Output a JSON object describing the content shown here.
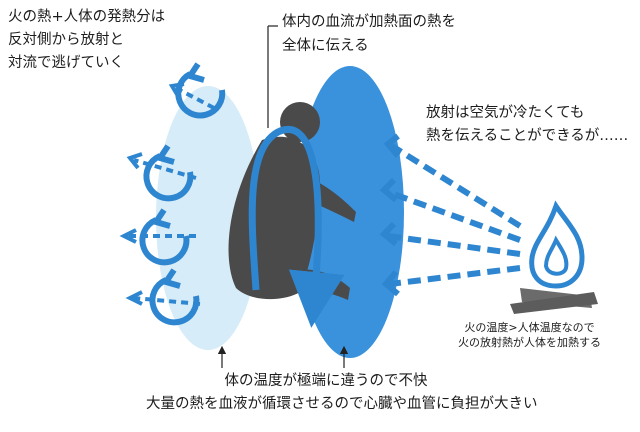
{
  "annotations": {
    "heat_escape": [
      "火の熱+人体の発熱分は",
      "反対側から放射と",
      "対流で逃げていく"
    ],
    "blood_flow": [
      "体内の血流が加熱面の熱を",
      "全体に伝える"
    ],
    "radiation": [
      "放射は空気が冷たくても",
      "熱を伝えることができるが……"
    ],
    "fire_note": [
      "火の温度>人体温度なので",
      "火の放射熱が人体を加熱する"
    ],
    "discomfort": [
      "体の温度が極端に違うので不快",
      "大量の熱を血液が循環させるので心臓や血管に負担が大きい"
    ]
  },
  "colors": {
    "accent_blue": "#2f86d0",
    "light_blue": "#d6ecf8",
    "body_gray": "#4a4a4a",
    "ground_gray": "#6b6b6b"
  },
  "icons": [
    "swirl-arrow-icon",
    "dashed-arrow-icon",
    "campfire-icon",
    "person-icon"
  ]
}
